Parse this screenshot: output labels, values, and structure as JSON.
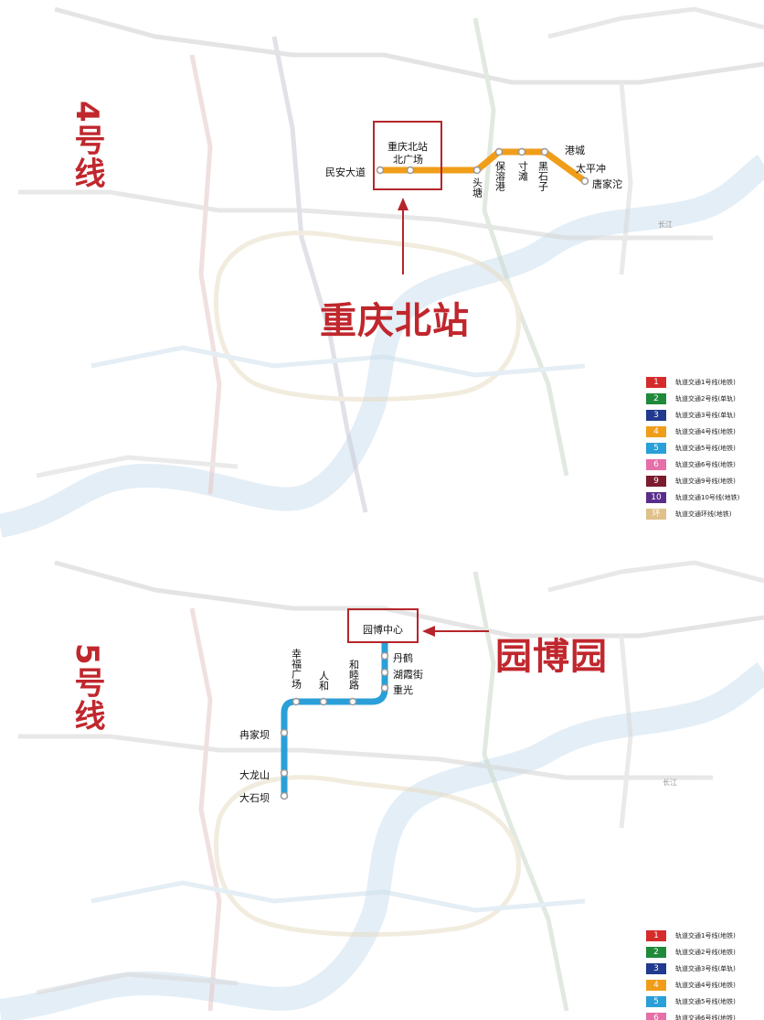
{
  "top": {
    "line_label": "4号线",
    "highlight": "重庆北站",
    "stations": {
      "minan": "民安大道",
      "north1": "重庆北站",
      "north2": "北广场",
      "toutang": "头塘",
      "baorong": "保溶港",
      "cuntan": "寸滩",
      "heishizi": "黑石子",
      "gangcheng": "港城",
      "taipingchong": "太平冲",
      "tangjiatuo": "唐家沱"
    }
  },
  "bottom": {
    "line_label": "5号线",
    "highlight": "园博园",
    "box_station": "园博中心",
    "stations": {
      "dan": "丹鹤",
      "hu": "湖霞街",
      "chong": "重光",
      "he": "和睦路",
      "ren": "人和",
      "xing": "幸福广场",
      "ran": "冉家坝",
      "dalong": "大龙山",
      "dashi": "大石坝"
    }
  },
  "legend": [
    {
      "num": "1",
      "color": "#d52b2b",
      "text": "轨道交通1号线(地铁)"
    },
    {
      "num": "2",
      "color": "#1f8a3a",
      "text": "轨道交通2号线(单轨)"
    },
    {
      "num": "3",
      "color": "#213a8f",
      "text": "轨道交通3号线(单轨)"
    },
    {
      "num": "4",
      "color": "#f09d1a",
      "text": "轨道交通4号线(地铁)"
    },
    {
      "num": "5",
      "color": "#2a9fd8",
      "text": "轨道交通5号线(地铁)"
    },
    {
      "num": "6",
      "color": "#e66fa8",
      "text": "轨道交通6号线(地铁)"
    },
    {
      "num": "9",
      "color": "#7a1b2e",
      "text": "轨道交通9号线(地铁)"
    },
    {
      "num": "10",
      "color": "#5a2d8c",
      "text": "轨道交通10号线(地铁)"
    },
    {
      "num": "环",
      "color": "#e0c18a",
      "text": "轨道交通环线(地铁)"
    }
  ],
  "legend_bottom": [
    {
      "num": "1",
      "color": "#d52b2b",
      "text": "轨道交通1号线(地铁)"
    },
    {
      "num": "2",
      "color": "#1f8a3a",
      "text": "轨道交通2号线(地铁)"
    },
    {
      "num": "3",
      "color": "#213a8f",
      "text": "轨道交通3号线(单轨)"
    },
    {
      "num": "4",
      "color": "#f09d1a",
      "text": "轨道交通4号线(地铁)"
    },
    {
      "num": "5",
      "color": "#2a9fd8",
      "text": "轨道交通5号线(地铁)"
    },
    {
      "num": "6",
      "color": "#e66fa8",
      "text": "轨道交通6号线(地铁)"
    }
  ],
  "river_label": "长江",
  "colors": {
    "accent": "#c0272d",
    "line4": "#f09d1a",
    "line5": "#2a9fd8"
  }
}
